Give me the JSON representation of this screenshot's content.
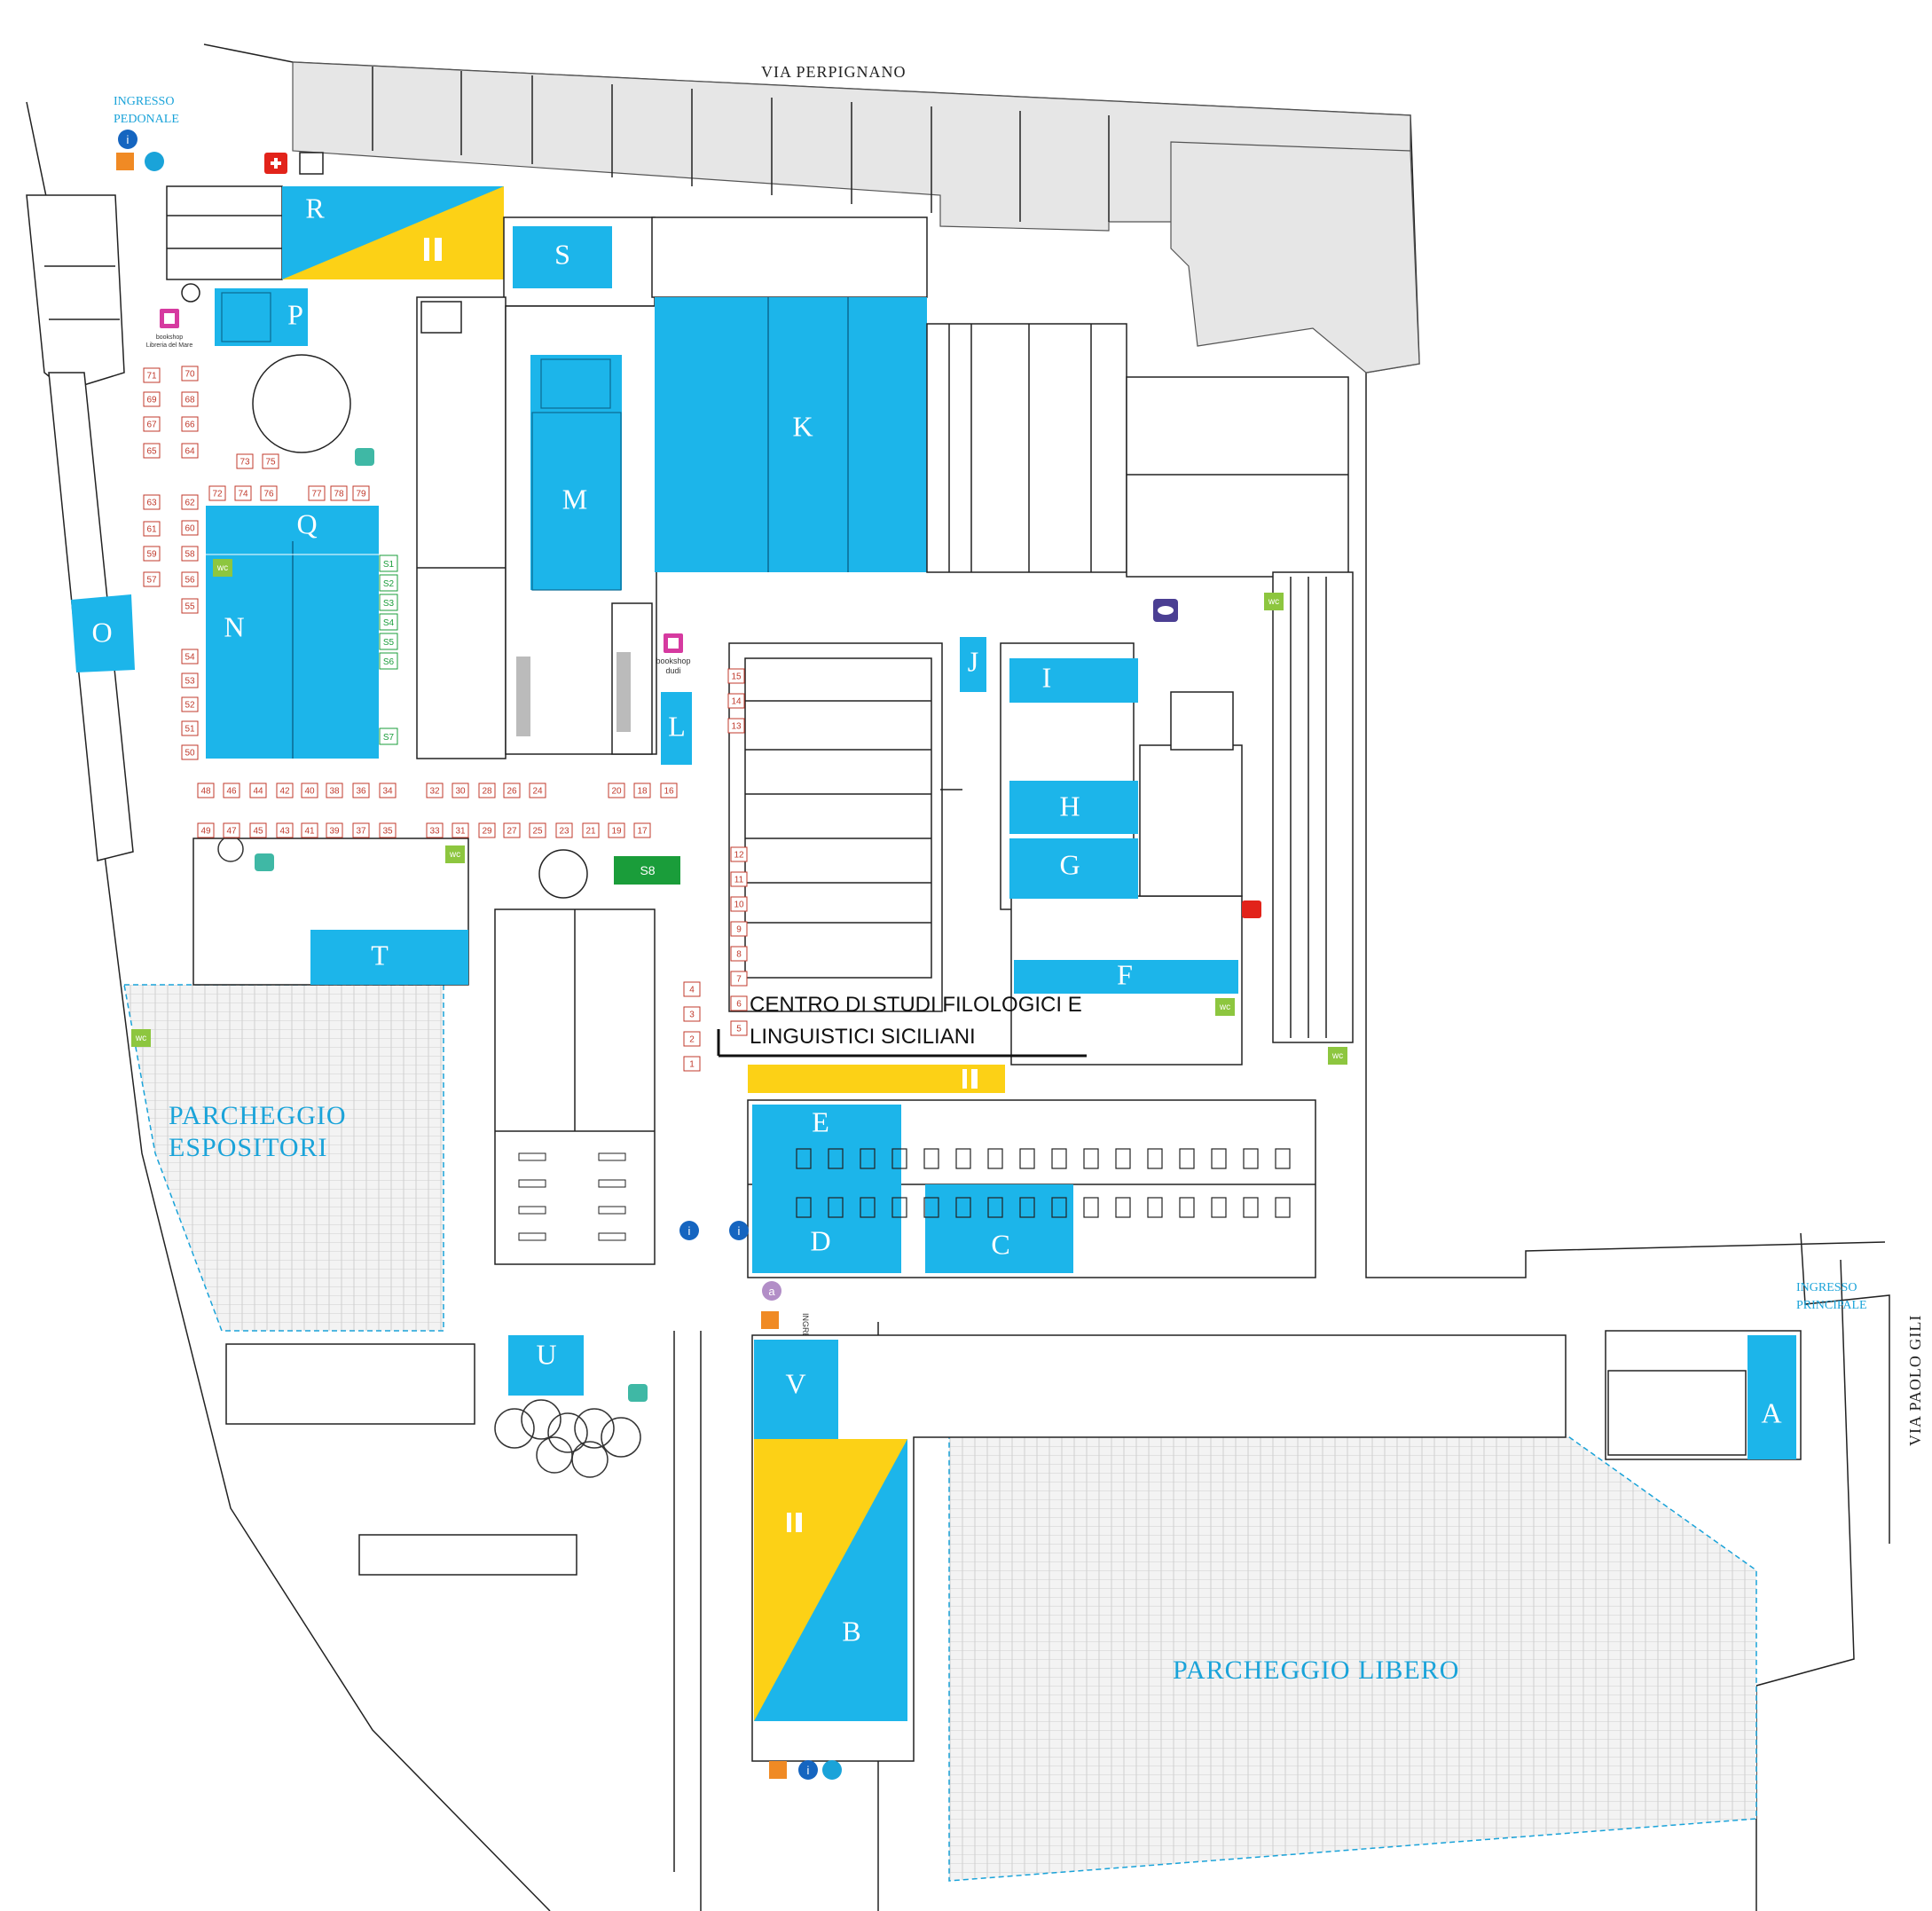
{
  "streets": {
    "north": "VIA PERPIGNANO",
    "east": "VIA PAOLO GILI"
  },
  "entrances": {
    "pedestrian_line1": "INGRESSO",
    "pedestrian_line2": "PEDONALE",
    "main_line1": "INGRESSO",
    "main_line2": "PRINCIPALE",
    "side": "INGRESSO"
  },
  "parking": {
    "exhibitors_line1": "PARCHEGGIO",
    "exhibitors_line2": "ESPOSITORI",
    "free": "PARCHEGGIO LIBERO"
  },
  "centro": {
    "line1": "CENTRO DI STUDI FILOLOGICI E",
    "line2": "LINGUISTICI SICILIANI"
  },
  "bookshops": {
    "north_line1": "bookshop",
    "north_line2": "Libreria del Mare",
    "south_line1": "bookshop",
    "south_line2": "dudi"
  },
  "zones": [
    "A",
    "B",
    "C",
    "D",
    "E",
    "F",
    "G",
    "H",
    "I",
    "J",
    "K",
    "L",
    "M",
    "N",
    "O",
    "P",
    "Q",
    "R",
    "S",
    "T",
    "U",
    "V"
  ],
  "services": {
    "s8": "S8",
    "wc": "wc",
    "side_stands": [
      "S1",
      "S2",
      "S3",
      "S4",
      "S5",
      "S6",
      "S7"
    ]
  },
  "stands": {
    "west_col_left": [
      "71",
      "69",
      "67",
      "65",
      "63",
      "61",
      "59",
      "57"
    ],
    "west_col_right": [
      "70",
      "68",
      "66",
      "64",
      "62",
      "60",
      "58",
      "56",
      "55"
    ],
    "row_72": [
      "72",
      "74",
      "76"
    ],
    "row_73": [
      "73",
      "75"
    ],
    "row_77": [
      "77",
      "78",
      "79"
    ],
    "left_low": [
      "54",
      "53",
      "52",
      "51",
      "50"
    ],
    "row_even": [
      "48",
      "46",
      "44",
      "42",
      "40",
      "38",
      "36",
      "34",
      "32",
      "30",
      "28",
      "26",
      "24",
      "20",
      "18",
      "16"
    ],
    "row_odd": [
      "49",
      "47",
      "45",
      "43",
      "41",
      "39",
      "37",
      "35",
      "33",
      "31",
      "29",
      "27",
      "25",
      "23",
      "21",
      "19",
      "17"
    ],
    "courtyard_top": [
      "15",
      "14",
      "13"
    ],
    "courtyard_low": [
      "12",
      "11",
      "10",
      "9",
      "8",
      "7",
      "6",
      "5"
    ],
    "south_small": [
      "4",
      "3",
      "2",
      "1"
    ]
  },
  "colors": {
    "zone_blue": "#1cb5ea",
    "food_yellow": "#fcd116",
    "stand_red": "#c0392b",
    "wc_green": "#8dc63f",
    "s8_green": "#1a9d3a",
    "info_blue": "#1565c0",
    "ticket_orange": "#f08a24",
    "bookshop_pink": "#d63aa0",
    "first_aid_red": "#e2231a",
    "eye_purple": "#4b3f93",
    "rest_teal": "#3fb8a5",
    "atm_lilac": "#b28ec7"
  },
  "icons": [
    "info-icon",
    "ticket-icon",
    "accessible-icon",
    "first-aid-icon",
    "food-icon",
    "wc-icon",
    "bookshop-icon",
    "eye-icon",
    "rest-area-icon",
    "atm-icon",
    "tree-icon"
  ]
}
